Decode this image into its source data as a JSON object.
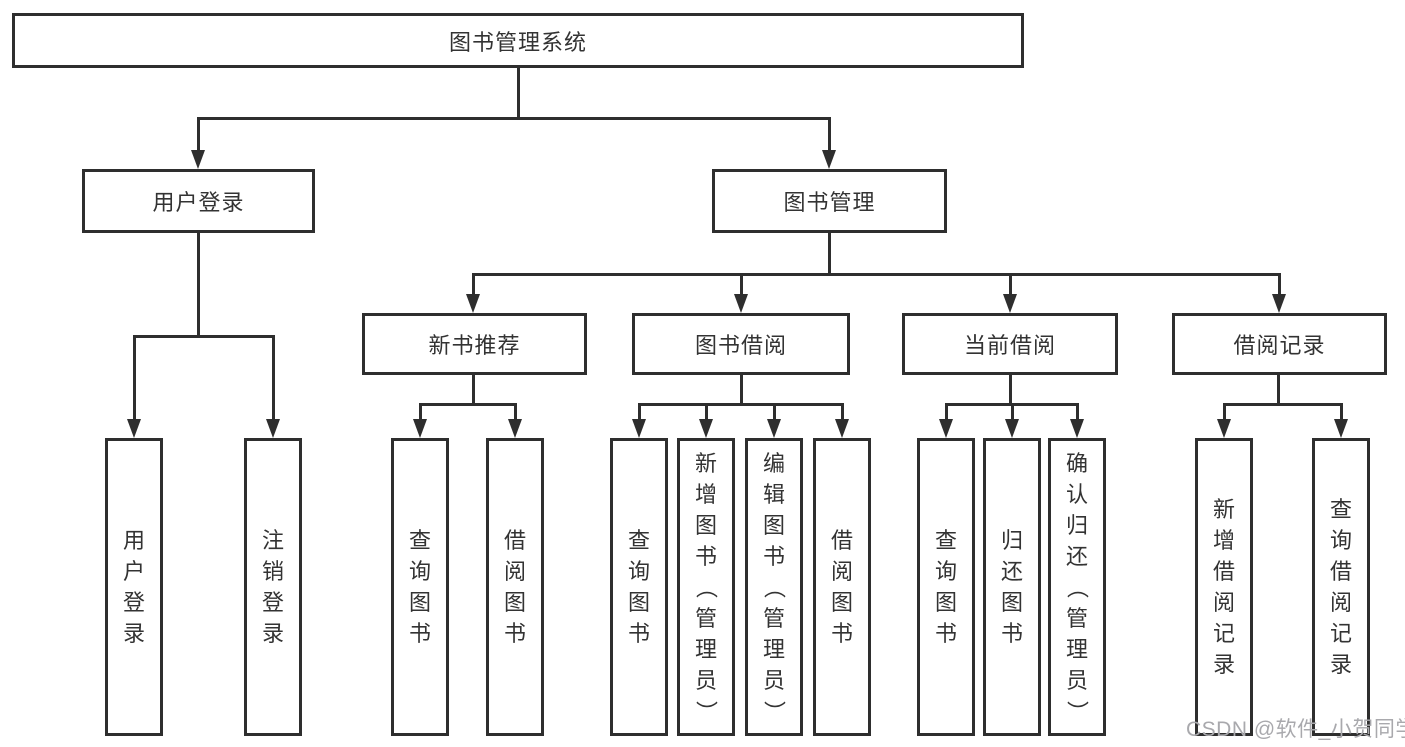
{
  "diagram": {
    "root": {
      "label": "图书管理系统",
      "children": [
        {
          "label": "用户登录",
          "children": [
            {
              "label": "用户登录"
            },
            {
              "label": "注销登录"
            }
          ]
        },
        {
          "label": "图书管理",
          "children": [
            {
              "label": "新书推荐",
              "children": [
                {
                  "label": "查询图书"
                },
                {
                  "label": "借阅图书"
                }
              ]
            },
            {
              "label": "图书借阅",
              "children": [
                {
                  "label": "查询图书"
                },
                {
                  "label": "新增图书（管理员）"
                },
                {
                  "label": "编辑图书（管理员）"
                },
                {
                  "label": "借阅图书"
                }
              ]
            },
            {
              "label": "当前借阅",
              "children": [
                {
                  "label": "查询图书"
                },
                {
                  "label": "归还图书"
                },
                {
                  "label": "确认归还（管理员）"
                }
              ]
            },
            {
              "label": "借阅记录",
              "children": [
                {
                  "label": "新增借阅记录"
                },
                {
                  "label": "查询借阅记录"
                }
              ]
            }
          ]
        }
      ]
    }
  },
  "watermark": {
    "text": "CSDN @软件_小贺同学"
  },
  "colors": {
    "line": "#2e2e2e",
    "text": "#333333",
    "box_background": "#ffffff",
    "watermark": "#a9a9ad",
    "background": "#ffffff"
  }
}
